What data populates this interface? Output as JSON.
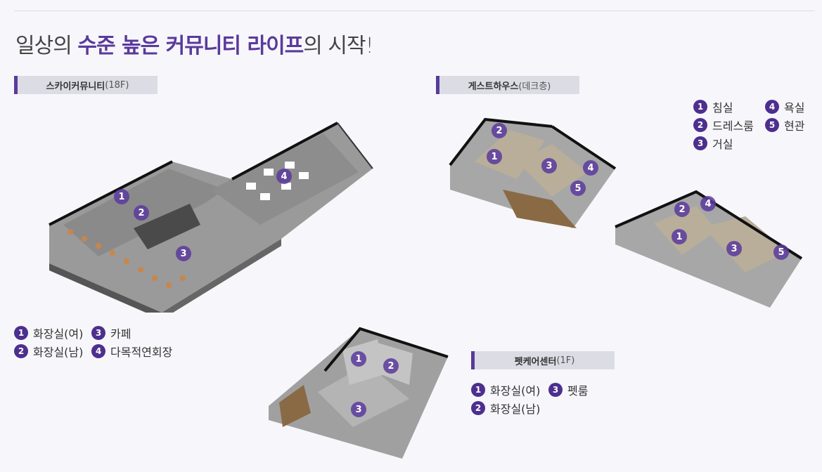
{
  "headline": {
    "part1": "일상의 ",
    "emphasis": "수준 높은 커뮤니티 라이프",
    "part2": "의 시작!"
  },
  "sections": {
    "sky": {
      "title": "스카이커뮤니티",
      "sub": "(18F)"
    },
    "guest": {
      "title": "게스트하우스",
      "sub": "(데크층)"
    },
    "pet": {
      "title": "펫케어센터",
      "sub": "(1F)"
    }
  },
  "sky_legend": [
    {
      "n": "1",
      "label": "화장실(여)"
    },
    {
      "n": "2",
      "label": "화장실(남)"
    },
    {
      "n": "3",
      "label": "카페"
    },
    {
      "n": "4",
      "label": "다목적연회장"
    }
  ],
  "guest_legend": [
    {
      "n": "1",
      "label": "침실"
    },
    {
      "n": "2",
      "label": "드레스룸"
    },
    {
      "n": "3",
      "label": "거실"
    },
    {
      "n": "4",
      "label": "욕실"
    },
    {
      "n": "5",
      "label": "현관"
    }
  ],
  "pet_legend": [
    {
      "n": "1",
      "label": "화장실(여)"
    },
    {
      "n": "2",
      "label": "화장실(남)"
    },
    {
      "n": "3",
      "label": "펫룸"
    }
  ],
  "colors": {
    "accent": "#5a3a9c",
    "marker": "#4d2f8e",
    "section_bg": "#dcdce4"
  }
}
